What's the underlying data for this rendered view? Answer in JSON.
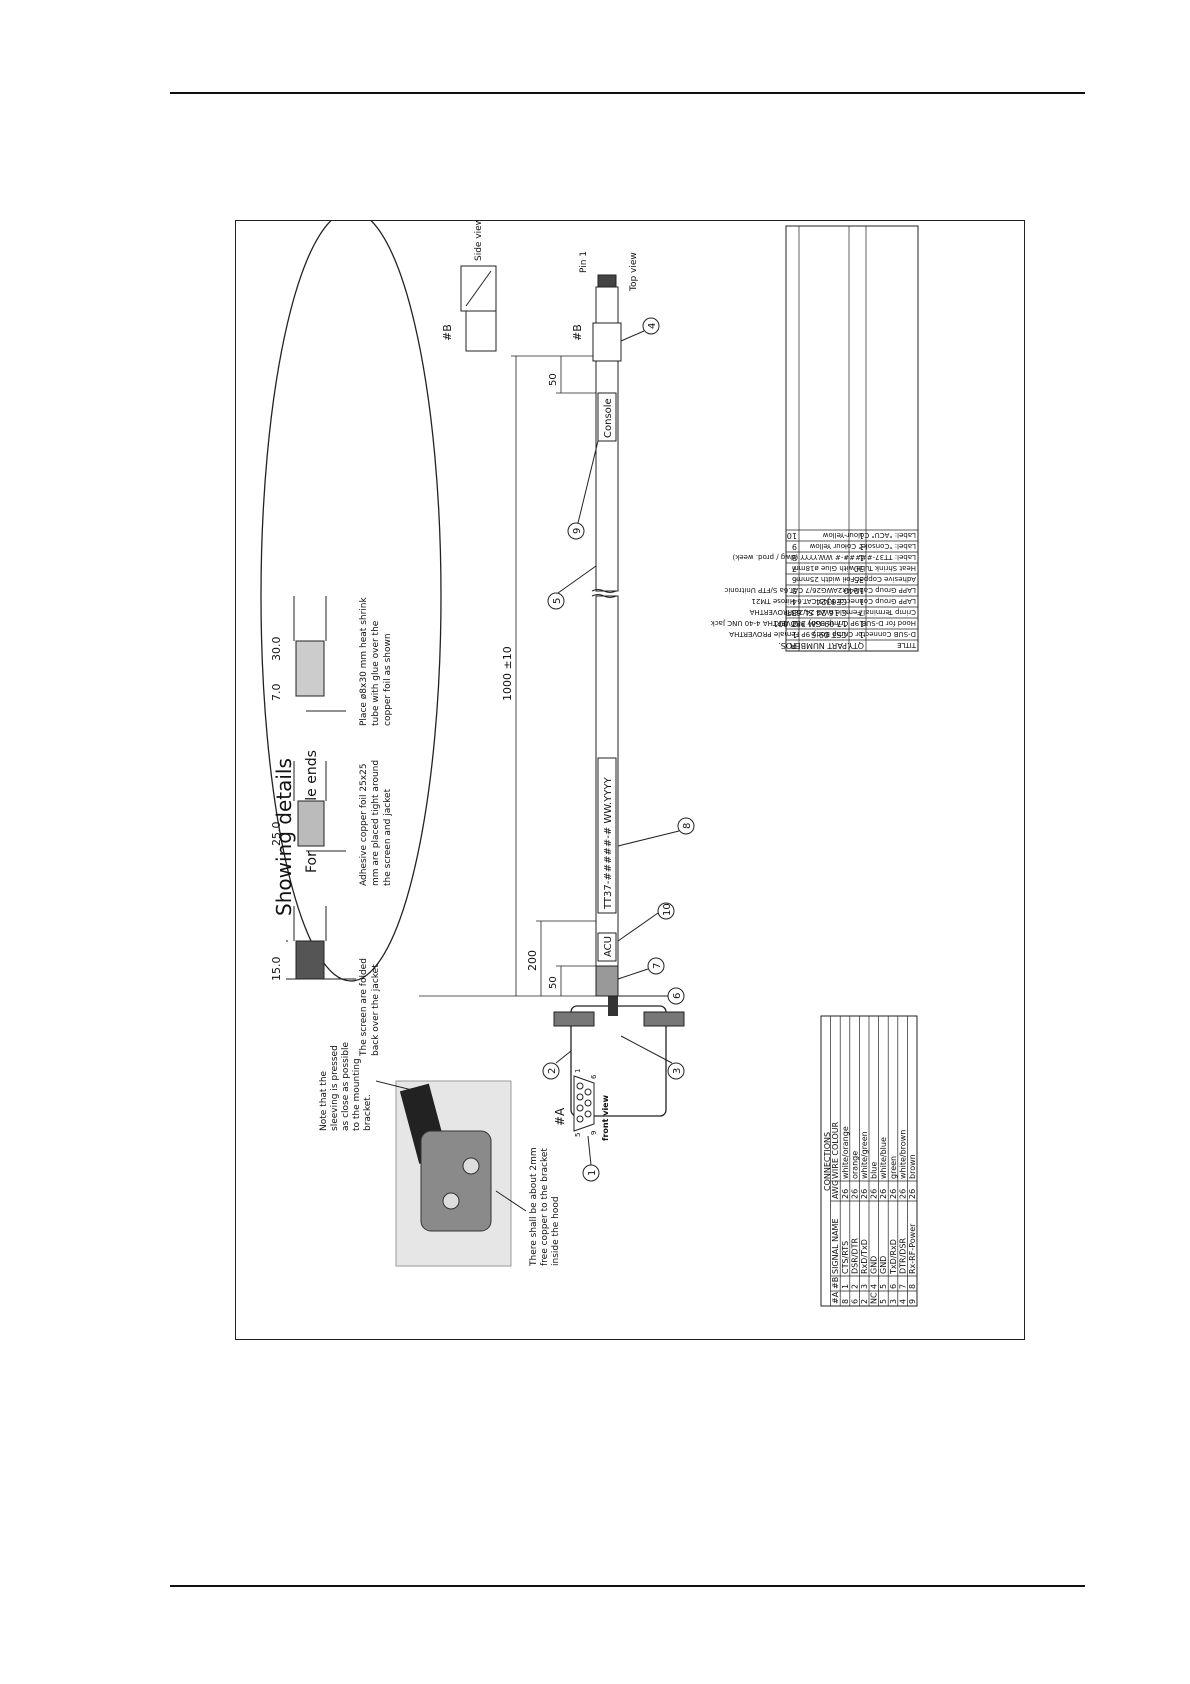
{
  "document": {
    "type": "engineering-drawing",
    "orientation": "landscape-rotated-page"
  },
  "details": {
    "title": "Showing details",
    "subtitle": "For all cable ends",
    "step1": {
      "dim": "15.0",
      "note": [
        "The screen are folded",
        "back over the jacket"
      ]
    },
    "step2": {
      "dim": "25.0",
      "note": [
        "Adhesive copper foil 25x25",
        "mm are placed tight around",
        "the screen and jacket"
      ]
    },
    "step3": {
      "dim_a": "7.0",
      "dim_b": "30.0",
      "note": [
        "Place ø8x30 mm heat shrink",
        "tube with glue over the",
        "copper foil as shown"
      ]
    }
  },
  "photo_notes": {
    "note1": [
      "Note that the",
      "sleeving is pressed",
      "as close as possible",
      "to the mounting",
      "bracket."
    ],
    "note2": [
      "There shall be about 2mm",
      "free copper to the bracket",
      "inside the hood"
    ]
  },
  "cable": {
    "overall_length": "1000 ±10",
    "dim_200": "200",
    "dim_50_left": "50",
    "dim_50_right": "50",
    "label_acu": "ACU",
    "label_tt37": "TT37-#####-# WW.YYYY",
    "label_console": "Console",
    "plug_ref": "#B",
    "plug_side_ref": "#B",
    "dsub_ref": "#A",
    "dsub_front_caption": "front view",
    "dsub_pins": {
      "p1": "1",
      "p5": "5",
      "p6": "6",
      "p9": "9"
    },
    "pin1": "Pin 1",
    "top_view": "Top view",
    "side_view": "Side view",
    "balloons": [
      "1",
      "2",
      "3",
      "4",
      "5",
      "6",
      "7",
      "8",
      "9",
      "10"
    ]
  },
  "connections": {
    "title": "CONNECTIONS",
    "headers": [
      "#A",
      "#B",
      "SIGNAL NAME",
      "AWG",
      "WIRE COLOUR"
    ],
    "rows": [
      [
        "8",
        "1",
        "CTS/RTS",
        "26",
        "white/orange"
      ],
      [
        "6",
        "2",
        "DSR/DTR",
        "26",
        "orange"
      ],
      [
        "2",
        "3",
        "RxD/TxD",
        "26",
        "white/green"
      ],
      [
        "NC",
        "4",
        "GND",
        "26",
        "blue"
      ],
      [
        "5",
        "5",
        "GND",
        "26",
        "white/blue"
      ],
      [
        "3",
        "6",
        "TxD/RxD",
        "26",
        "green"
      ],
      [
        "4",
        "7",
        "DTR/DSR",
        "26",
        "white/brown"
      ],
      [
        "9",
        "8",
        "Rx-RF-Power",
        "26",
        "brown"
      ]
    ]
  },
  "parts_list": {
    "headers": [
      "POS.",
      "PART NUMBER",
      "QTY.",
      "TITLE"
    ],
    "rows": [
      [
        "1",
        "CST 09 S",
        "1",
        "D-SUB Connector Crimp Body 9P Female PROVERTHA"
      ],
      [
        "2",
        "17 09 GM 38T 001",
        "1",
        "Hood for D-SUB 9P Crimp Body PROVERTHA 4-40 UNC Jack"
      ],
      [
        "3",
        "C 16 24 SL 63T",
        "7",
        "Crimp Terminal Female AWG 24/28 PROVERTHA"
      ],
      [
        "4",
        "CE6324",
        "1",
        "LAPP Group Connector RJ45 CAT.6 Hirose TM21"
      ],
      [
        "5",
        "-",
        "1040",
        "LAPP Group Cable 4x2AWG26/7 CAT.6a S/FTP Unitronic"
      ],
      [
        "6",
        "-",
        "35",
        "Adhesive Copper Foil width 25mm"
      ],
      [
        "7",
        "-",
        "30",
        "Heat Shrink Tube with Glue ø18mm"
      ],
      [
        "8",
        "-",
        "1",
        "Label: TT37-#####-# WW.YYYY (dwg / prod. week)"
      ],
      [
        "9",
        "-",
        "1",
        "Label: \"Console\" Colour Yellow"
      ],
      [
        "10",
        "-",
        "1",
        "Label: \"ACU\" Colour Yellow"
      ]
    ]
  }
}
